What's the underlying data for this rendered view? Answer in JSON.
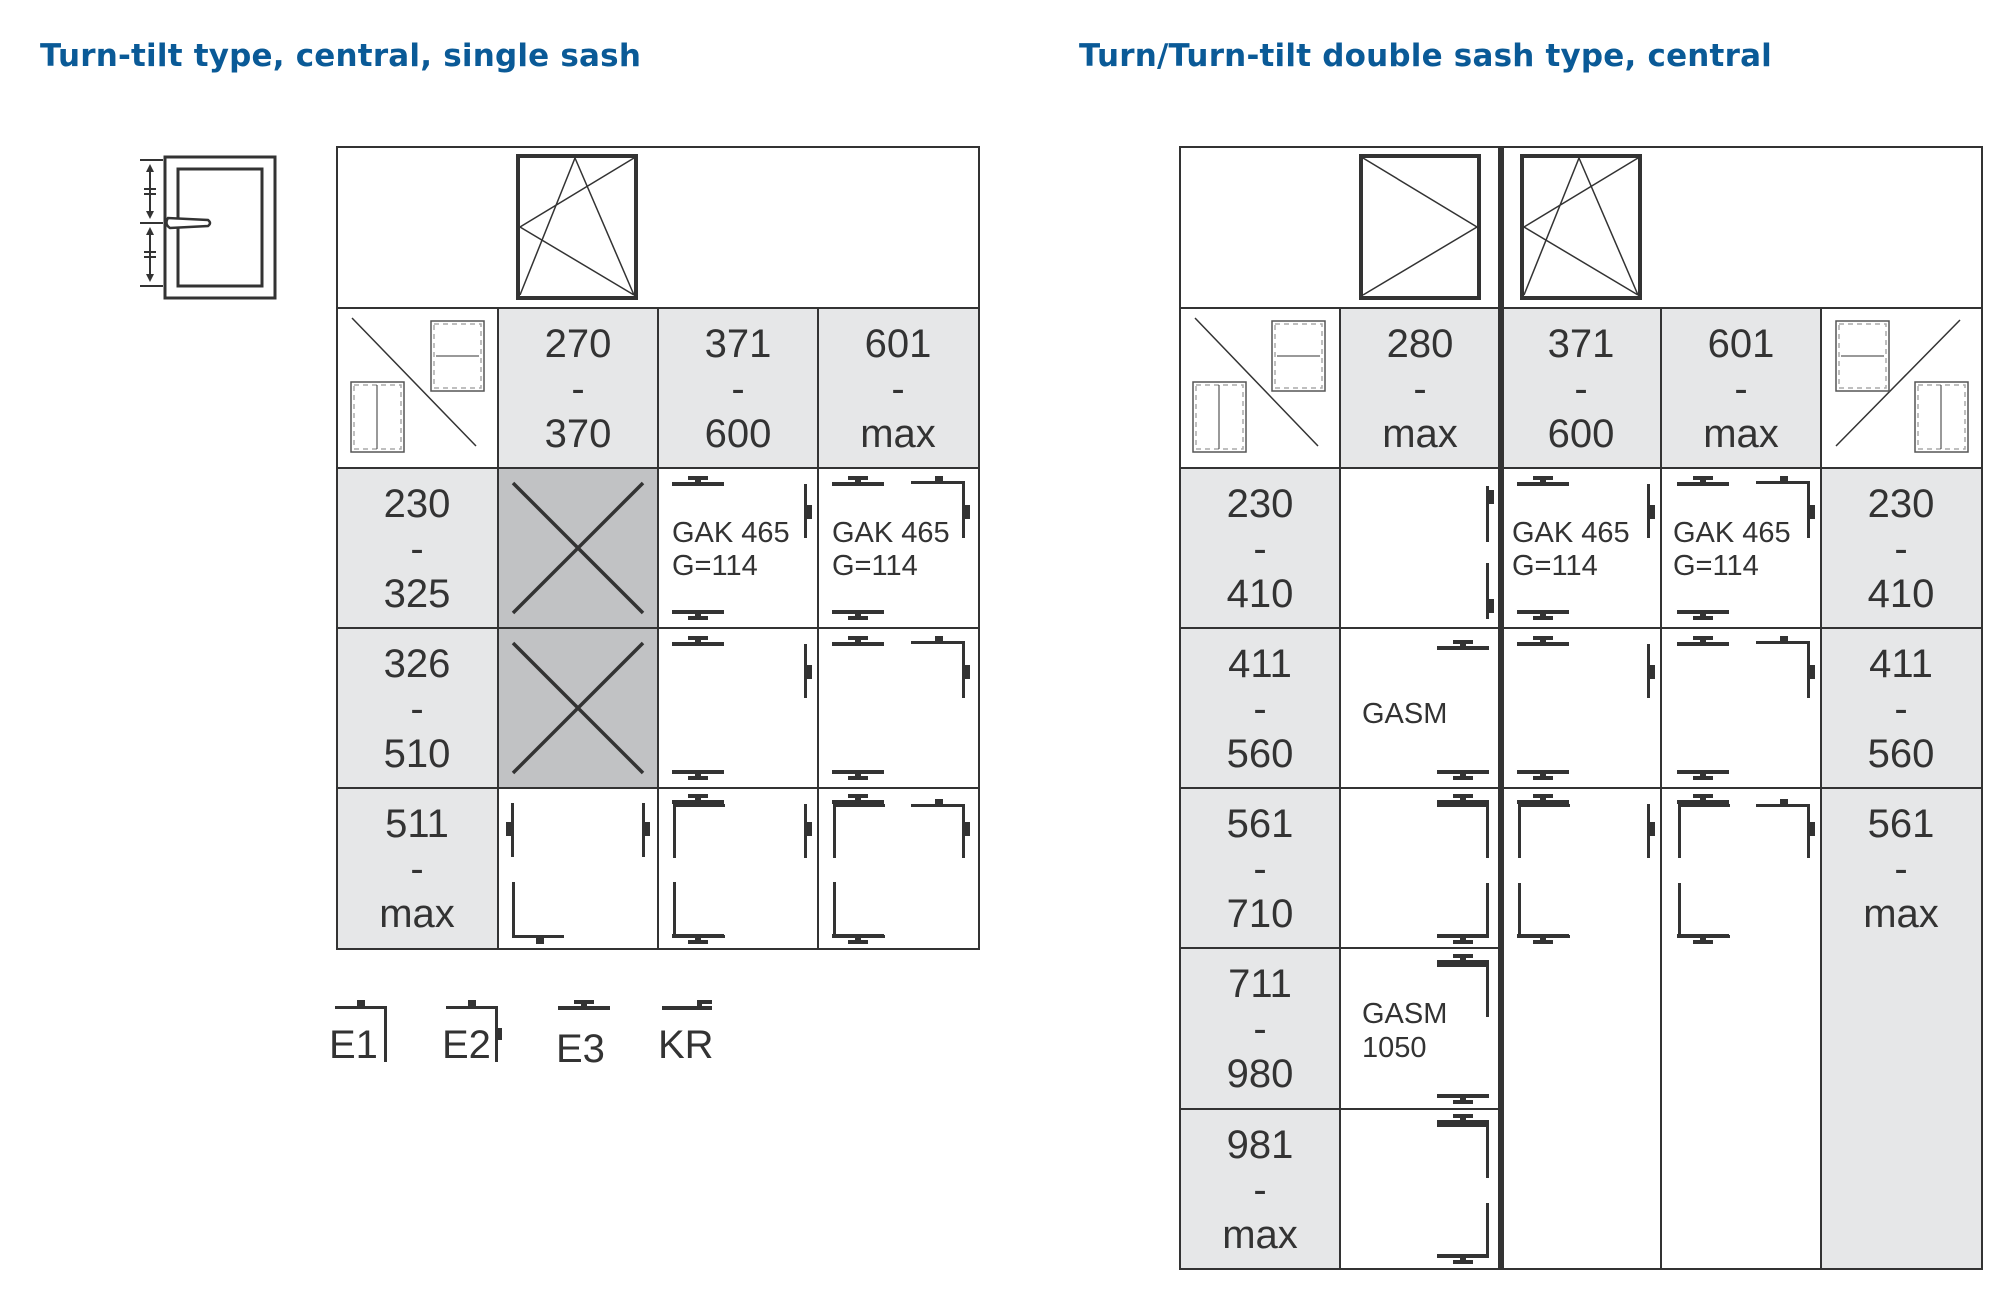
{
  "left_section": {
    "title": "Turn-tilt type, central, single sash",
    "column_headers": [
      {
        "from": "270",
        "dash": "-",
        "to": "370"
      },
      {
        "from": "371",
        "dash": "-",
        "to": "600"
      },
      {
        "from": "601",
        "dash": "-",
        "to": "max"
      }
    ],
    "row_headers": [
      {
        "from": "230",
        "dash": "-",
        "to": "325"
      },
      {
        "from": "326",
        "dash": "-",
        "to": "510"
      },
      {
        "from": "511",
        "dash": "-",
        "to": "max"
      }
    ],
    "cells": {
      "r0c1": {
        "line1": "GAK 465",
        "line2": "G=114"
      },
      "r0c2": {
        "line1": "GAK 465",
        "line2": "G=114"
      }
    },
    "legend": [
      {
        "label": "E1",
        "icon": "e1-bracket-icon"
      },
      {
        "label": "E2",
        "icon": "e2-bracket-icon"
      },
      {
        "label": "E3",
        "icon": "e3-bracket-icon"
      },
      {
        "label": "KR",
        "icon": "kr-bracket-icon"
      }
    ]
  },
  "right_section": {
    "title": "Turn/Turn-tilt double sash type, central",
    "column_headers": [
      {
        "from": "280",
        "dash": "-",
        "to": "max"
      },
      {
        "from": "371",
        "dash": "-",
        "to": "600"
      },
      {
        "from": "601",
        "dash": "-",
        "to": "max"
      }
    ],
    "row_headers_left": [
      {
        "from": "230",
        "dash": "-",
        "to": "410"
      },
      {
        "from": "411",
        "dash": "-",
        "to": "560"
      },
      {
        "from": "561",
        "dash": "-",
        "to": "710"
      },
      {
        "from": "711",
        "dash": "-",
        "to": "980"
      },
      {
        "from": "981",
        "dash": "-",
        "to": "max"
      }
    ],
    "row_headers_right": [
      {
        "from": "230",
        "dash": "-",
        "to": "410"
      },
      {
        "from": "411",
        "dash": "-",
        "to": "560"
      },
      {
        "from": "561",
        "dash": "-",
        "to": "max"
      }
    ],
    "cells": {
      "r0c1": {
        "line1": "GAK 465",
        "line2": "G=114"
      },
      "r0c2": {
        "line1": "GAK 465",
        "line2": "G=114"
      },
      "r1c0": {
        "line1": "GASM"
      },
      "r3c0": {
        "line1": "GASM",
        "line2": "1050"
      }
    }
  },
  "colors": {
    "title": "#0a5a97",
    "line": "#333333",
    "header_fill": "#e6e7e8",
    "blocked_fill": "#c1c2c4"
  }
}
